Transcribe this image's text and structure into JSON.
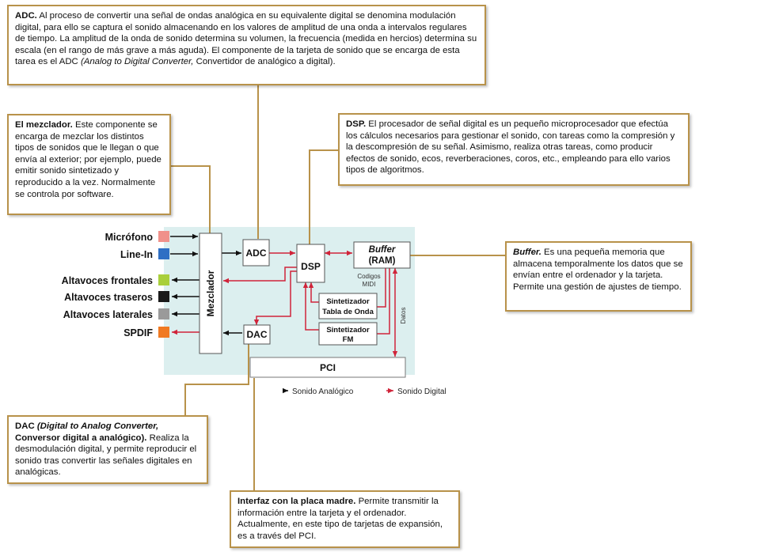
{
  "callouts": {
    "adc": {
      "title": "ADC.",
      "text": " Al proceso de convertir una señal de ondas analógica en su equivalente digital se denomina modulación digital, para ello se captura el sonido almacenando en los valores de amplitud de una onda a intervalos regulares de tiempo. La amplitud de la onda de sonido determina su volumen, la frecuencia (medida en hercios) determina su escala (en el rango de más grave a más aguda). El componente de la tarjeta de sonido que se encarga de esta tarea es el ADC ",
      "italic": "(Analog to Digital Converter,",
      "tail": " Convertidor de analógico a digital)."
    },
    "mezclador": {
      "title": "El mezclador.",
      "text": " Este componente se encarga de mezclar los distintos tipos de sonidos que le llegan o que envía al exterior; por ejemplo, puede emitir sonido sintetizado y reproducido a la vez. Normalmente se controla por software."
    },
    "dsp": {
      "title": "DSP.",
      "text": " El procesador de señal digital es un pequeño microprocesador que efectúa los cálculos necesarios para gestionar el sonido, con tareas como la compresión y la descompresión de su señal. Asimismo, realiza otras tareas, como producir efectos de sonido, ecos, reverberaciones, coros, etc., empleando para ello varios tipos de algoritmos."
    },
    "buffer": {
      "title": "Buffer.",
      "text": " Es una pequeña memoria que almacena temporalmente los datos que se envían entre el ordenador y la tarjeta. Permite una gestión de ajustes de tiempo."
    },
    "dac": {
      "title": "DAC ",
      "title_italic": "(Digital to Analog Converter, ",
      "title_tail": "Conversor digital a analógico).",
      "text": " Realiza la desmodulación digital, y permite reproducir el sonido tras convertir las señales digitales en analógicas."
    },
    "pci": {
      "title": "Interfaz con la placa madre.",
      "text": " Permite transmitir la información entre la tarjeta y el ordenador. Actualmente, en este tipo de tarjetas de expansión, es a través del PCI."
    }
  },
  "diagram": {
    "ports": [
      {
        "label": "Micrófono",
        "color": "#f0918a"
      },
      {
        "label": "Line-In",
        "color": "#2f6fc4"
      },
      {
        "label": "Altavoces frontales",
        "color": "#a9cf3b"
      },
      {
        "label": "Altavoces traseros",
        "color": "#1a1a1a"
      },
      {
        "label": "Altavoces laterales",
        "color": "#9a9a9a"
      },
      {
        "label": "SPDIF",
        "color": "#f07a22"
      }
    ],
    "mezclador": "Mezclador",
    "adc": "ADC",
    "dac": "DAC",
    "dsp": "DSP",
    "buffer_line1": "Buffer",
    "buffer_line2": "(RAM)",
    "codigos_midi_1": "Codigos",
    "codigos_midi_2": "MIDI",
    "tabla_1": "Sintetizador",
    "tabla_2": "Tabla de Onda",
    "fm_1": "Sintetizador",
    "fm_2": "FM",
    "datos": "Datos",
    "pci": "PCI"
  },
  "legend": {
    "analog": "Sonido Analógico",
    "digital": "Sonido Digital"
  },
  "colors": {
    "callout_border": "#b8924a",
    "leader": "#b8924a",
    "digital": "#d0243a",
    "analog": "#111111",
    "panel_bg": "#dcefef"
  }
}
